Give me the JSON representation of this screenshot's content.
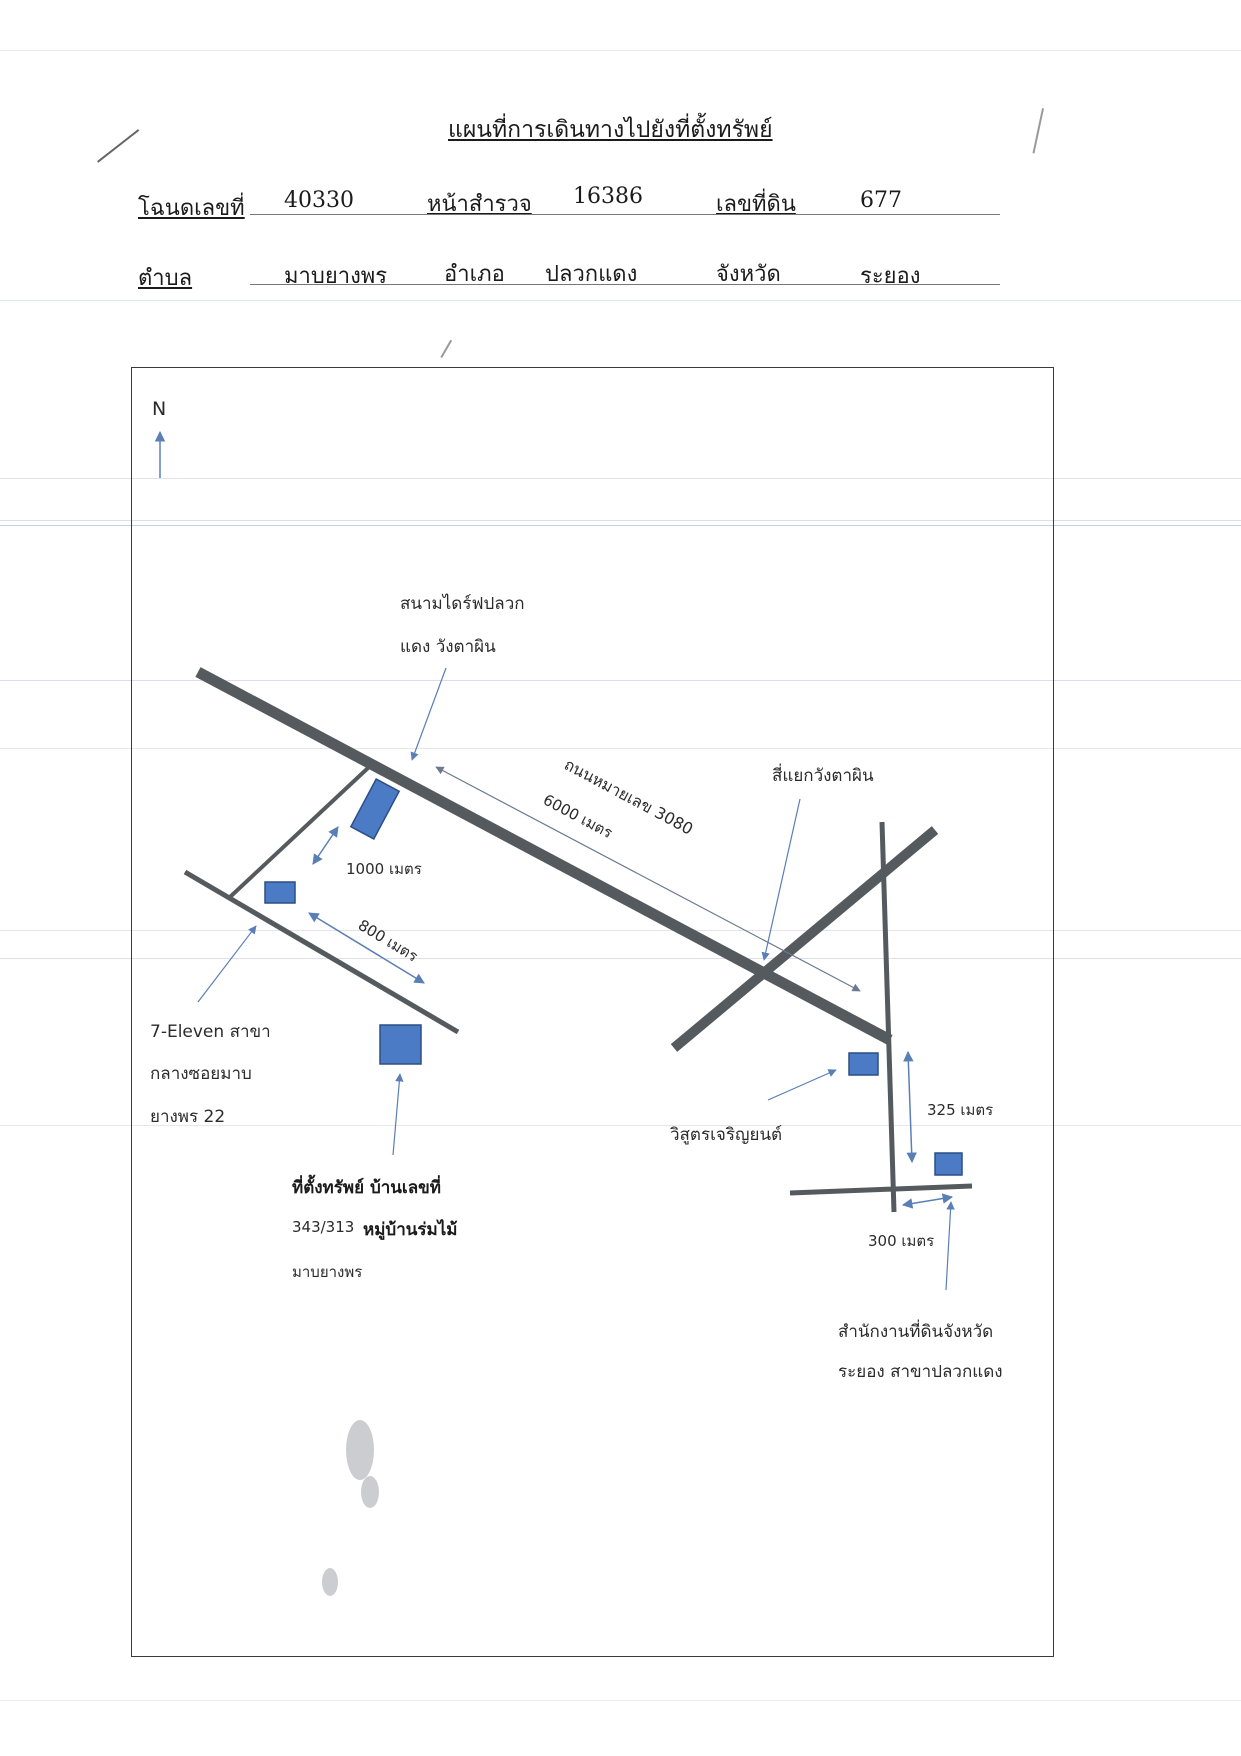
{
  "title": "แผนที่การเดินทางไปยังที่ตั้งทรัพย์",
  "header": {
    "row1": [
      {
        "label": "โฉนดเลขที่",
        "value": "40330"
      },
      {
        "label": "หน้าสำรวจ",
        "value": "16386"
      },
      {
        "label": "เลขที่ดิน",
        "value": "677"
      }
    ],
    "row2": [
      {
        "label": "ตำบล",
        "value": "มาบยางพร"
      },
      {
        "label": "อำเภอ",
        "value": "ปลวกแดง"
      },
      {
        "label": "จังหวัด",
        "value": "ระยอง"
      }
    ]
  },
  "map": {
    "north": "N",
    "road_name": "ถนนหมายเลข 3080",
    "landmarks": {
      "racetrack_line1": "สนามไดร์ฟปลวก",
      "racetrack_line2": "แดง วังตาผิน",
      "intersection": "สี่แยกวังตาผิน",
      "seven_line1": "7-Eleven สาขา",
      "seven_line2": "กลางซอยมาบ",
      "seven_line3": "ยางพร 22",
      "property_line1": "ที่ตั้งทรัพย์ บ้านเลขที่",
      "property_line2_num": "343/313",
      "property_line2_rest": "หมู่บ้านร่มไม้",
      "property_line3": "มาบยางพร",
      "dealer": "วิสูตรเจริญยนต์",
      "land_office_line1": "สำนักงานที่ดินจังหวัด",
      "land_office_line2": "ระยอง สาขาปลวกแดง"
    },
    "distances": {
      "d6000": "6000 เมตร",
      "d1000": "1000 เมตร",
      "d800": "800 เมตร",
      "d325": "325 เมตร",
      "d300": "300 เมตร"
    },
    "colors": {
      "road": "#555a5e",
      "building_fill": "#4a7bc4",
      "building_stroke": "#2c4f86",
      "arrow": "#5a7fb5"
    }
  }
}
